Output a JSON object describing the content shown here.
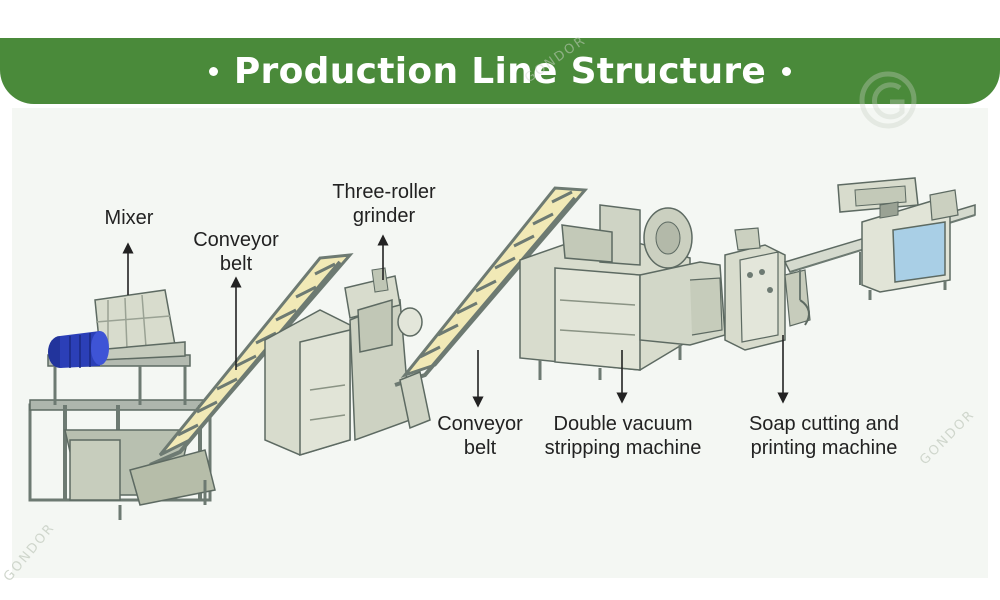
{
  "header": {
    "title": "Production Line Structure"
  },
  "labels": {
    "mixer": "Mixer",
    "conveyor1": "Conveyor\nbelt",
    "grinder": "Three-roller\ngrinder",
    "conveyor2": "Conveyor\nbelt",
    "vacuum": "Double vacuum\nstripping machine",
    "cutting": "Soap cutting and\nprinting machine"
  },
  "watermark": {
    "text": "GONDOR"
  },
  "colors": {
    "banner": "#4a8a3a",
    "machine_body": "#d8dccd",
    "conveyor_fill": "#f1e9b6",
    "frame": "#6d7a72",
    "motor": "#2b3fb7",
    "screen": "#a9cfe6"
  }
}
